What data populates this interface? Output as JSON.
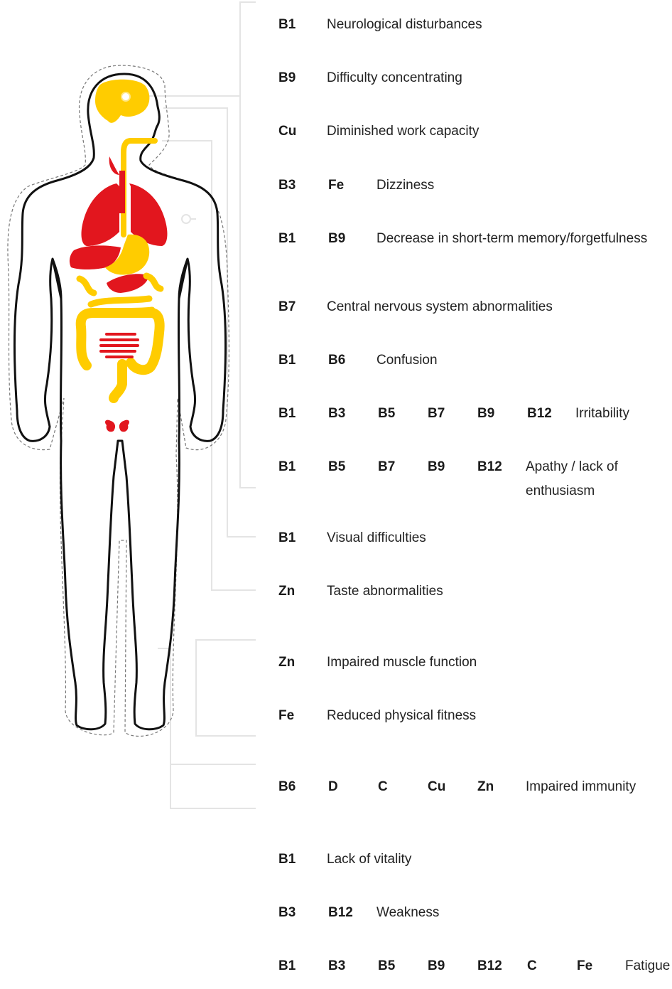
{
  "colors": {
    "organ_yellow": "#FFCC00",
    "organ_red": "#E2161E",
    "outline": "#111111",
    "connector": "#E4E4E4",
    "dashed": "#777777"
  },
  "rows": [
    {
      "badges": [
        "B1"
      ],
      "symptom": "Neurological disturbances"
    },
    {
      "badges": [
        "B9"
      ],
      "symptom": "Difficulty concentrating"
    },
    {
      "badges": [
        "Cu"
      ],
      "symptom": "Diminished work capacity"
    },
    {
      "badges": [
        "B3",
        "Fe"
      ],
      "symptom": "Dizziness"
    },
    {
      "badges": [
        "B1",
        "B9"
      ],
      "symptom": "Decrease in short-term memory/forgetfulness"
    },
    {
      "badges": [
        "B7"
      ],
      "symptom": "Central nervous system abnormalities"
    },
    {
      "badges": [
        "B1",
        "B6"
      ],
      "symptom": "Confusion"
    },
    {
      "badges": [
        "B1",
        "B3",
        "B5",
        "B7",
        "B9",
        "B12"
      ],
      "symptom": "Irritability"
    },
    {
      "badges": [
        "B1",
        "B5",
        "B7",
        "B9",
        "B12"
      ],
      "symptom": "Apathy / lack of enthusiasm"
    },
    {
      "badges": [
        "B1"
      ],
      "symptom": "Visual difficulties"
    },
    {
      "badges": [
        "Zn"
      ],
      "symptom": "Taste abnormalities"
    },
    {
      "badges": [
        "Zn"
      ],
      "symptom": "Impaired muscle function"
    },
    {
      "badges": [
        "Fe"
      ],
      "symptom": "Reduced physical fitness"
    },
    {
      "badges": [
        "B6",
        "D",
        "C",
        "Cu",
        "Zn"
      ],
      "symptom": "Impaired immunity"
    },
    {
      "badges": [
        "B1"
      ],
      "symptom": "Lack of vitality"
    },
    {
      "badges": [
        "B3",
        "B12"
      ],
      "symptom": "Weakness"
    },
    {
      "badges": [
        "B1",
        "B3",
        "B5",
        "B9",
        "B12",
        "C",
        "Fe"
      ],
      "symptom": "Fatigue"
    }
  ]
}
